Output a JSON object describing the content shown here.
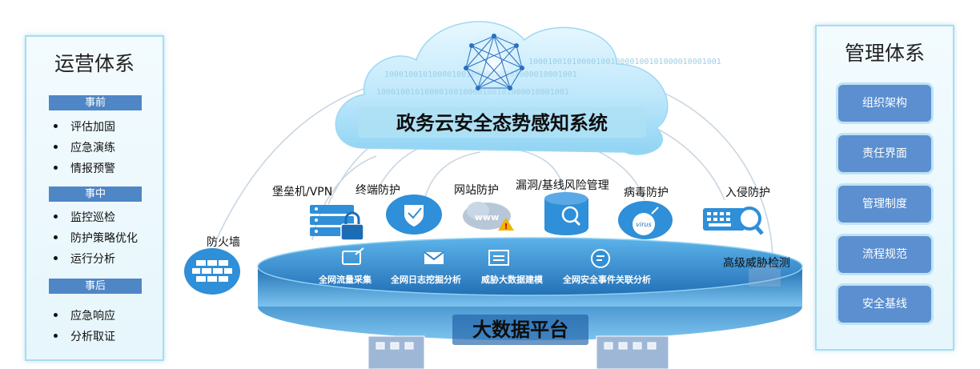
{
  "left_panel": {
    "title": "运营体系",
    "sections": [
      {
        "label": "事前",
        "items": [
          "评估加固",
          "应急演练",
          "情报预警"
        ]
      },
      {
        "label": "事中",
        "items": [
          "监控巡检",
          "防护策略优化",
          "运行分析"
        ]
      },
      {
        "label": "事后",
        "items": [
          "应急响应",
          "分析取证"
        ]
      }
    ]
  },
  "right_panel": {
    "title": "管理体系",
    "items": [
      "组织架构",
      "责任界面",
      "管理制度",
      "流程规范",
      "安全基线"
    ]
  },
  "cloud": {
    "title": "政务云安全态势感知系统",
    "binary_text": "1000100101000010010000100101000010001001"
  },
  "protections": {
    "firewall": "防火墙",
    "bastion": "堡垒机/VPN",
    "endpoint": "终端防护",
    "website": "网站防护",
    "vuln": "漏洞/基线风险管理",
    "antivirus": "病毒防护",
    "intrusion": "入侵防护",
    "apt": "高级威胁检测",
    "www_text": "www",
    "virus_text": "virus"
  },
  "platform": {
    "title": "大数据平台",
    "functions": [
      "全网流量采集",
      "全网日志挖掘分析",
      "威胁大数据建模",
      "全网安全事件关联分析"
    ]
  },
  "colors": {
    "panel_border": "#a9dcef",
    "phase_bg": "#4f86c6",
    "mgmt_bg": "#5b8fd0",
    "icon_blue": "#2f8fd8",
    "platform_top": "#2e7fc4"
  }
}
